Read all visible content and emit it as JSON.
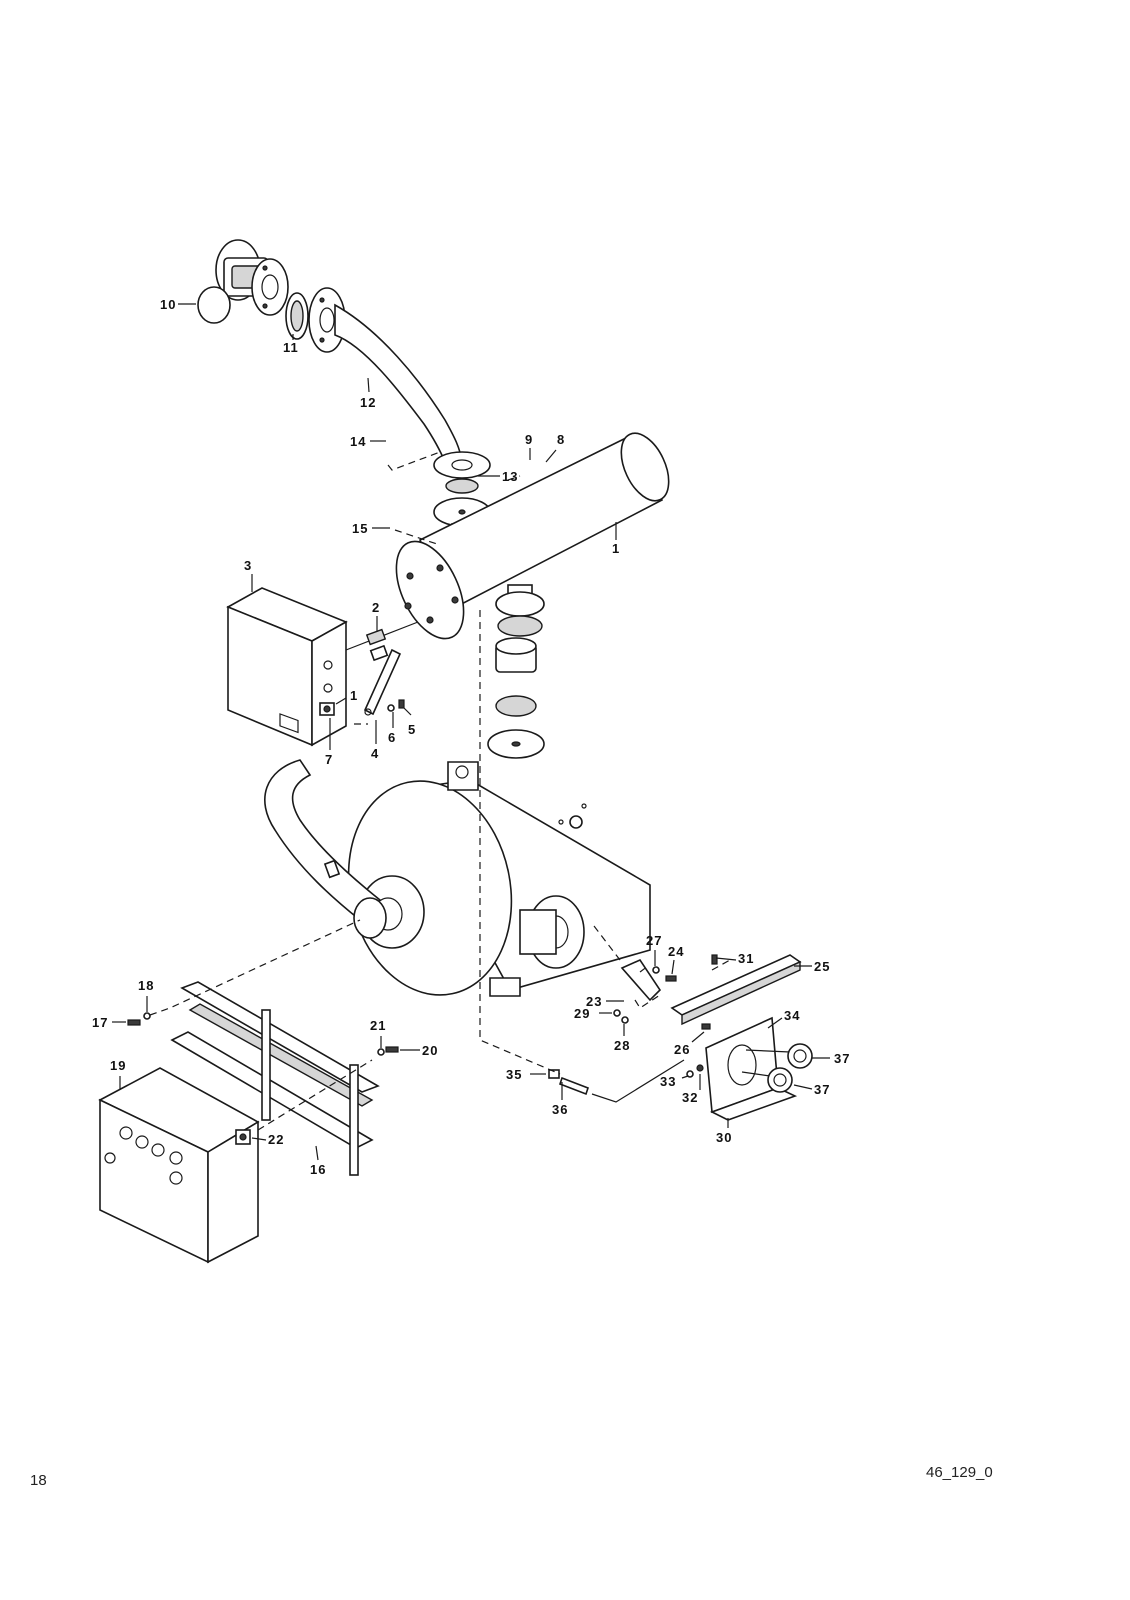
{
  "page": {
    "page_number": "18",
    "drawing_code": "46_129_0"
  },
  "callouts": [
    {
      "id": "c10",
      "text": "10"
    },
    {
      "id": "c11",
      "text": "11"
    },
    {
      "id": "c12",
      "text": "12"
    },
    {
      "id": "c14",
      "text": "14"
    },
    {
      "id": "c9",
      "text": "9"
    },
    {
      "id": "c8",
      "text": "8"
    },
    {
      "id": "c13",
      "text": "13"
    },
    {
      "id": "c15",
      "text": "15"
    },
    {
      "id": "c1a",
      "text": "1"
    },
    {
      "id": "c3",
      "text": "3"
    },
    {
      "id": "c2",
      "text": "2"
    },
    {
      "id": "c1b",
      "text": "1"
    },
    {
      "id": "c5",
      "text": "5"
    },
    {
      "id": "c6",
      "text": "6"
    },
    {
      "id": "c4",
      "text": "4"
    },
    {
      "id": "c7",
      "text": "7"
    },
    {
      "id": "c27",
      "text": "27"
    },
    {
      "id": "c24",
      "text": "24"
    },
    {
      "id": "c31",
      "text": "31"
    },
    {
      "id": "c25",
      "text": "25"
    },
    {
      "id": "c23",
      "text": "23"
    },
    {
      "id": "c29",
      "text": "29"
    },
    {
      "id": "c28",
      "text": "28"
    },
    {
      "id": "c34",
      "text": "34"
    },
    {
      "id": "c26",
      "text": "26"
    },
    {
      "id": "c37a",
      "text": "37"
    },
    {
      "id": "c35",
      "text": "35"
    },
    {
      "id": "c33",
      "text": "33"
    },
    {
      "id": "c32",
      "text": "32"
    },
    {
      "id": "c37b",
      "text": "37"
    },
    {
      "id": "c36",
      "text": "36"
    },
    {
      "id": "c30",
      "text": "30"
    },
    {
      "id": "c18",
      "text": "18"
    },
    {
      "id": "c17",
      "text": "17"
    },
    {
      "id": "c21",
      "text": "21"
    },
    {
      "id": "c20",
      "text": "20"
    },
    {
      "id": "c19",
      "text": "19"
    },
    {
      "id": "c22",
      "text": "22"
    },
    {
      "id": "c16",
      "text": "16"
    }
  ]
}
